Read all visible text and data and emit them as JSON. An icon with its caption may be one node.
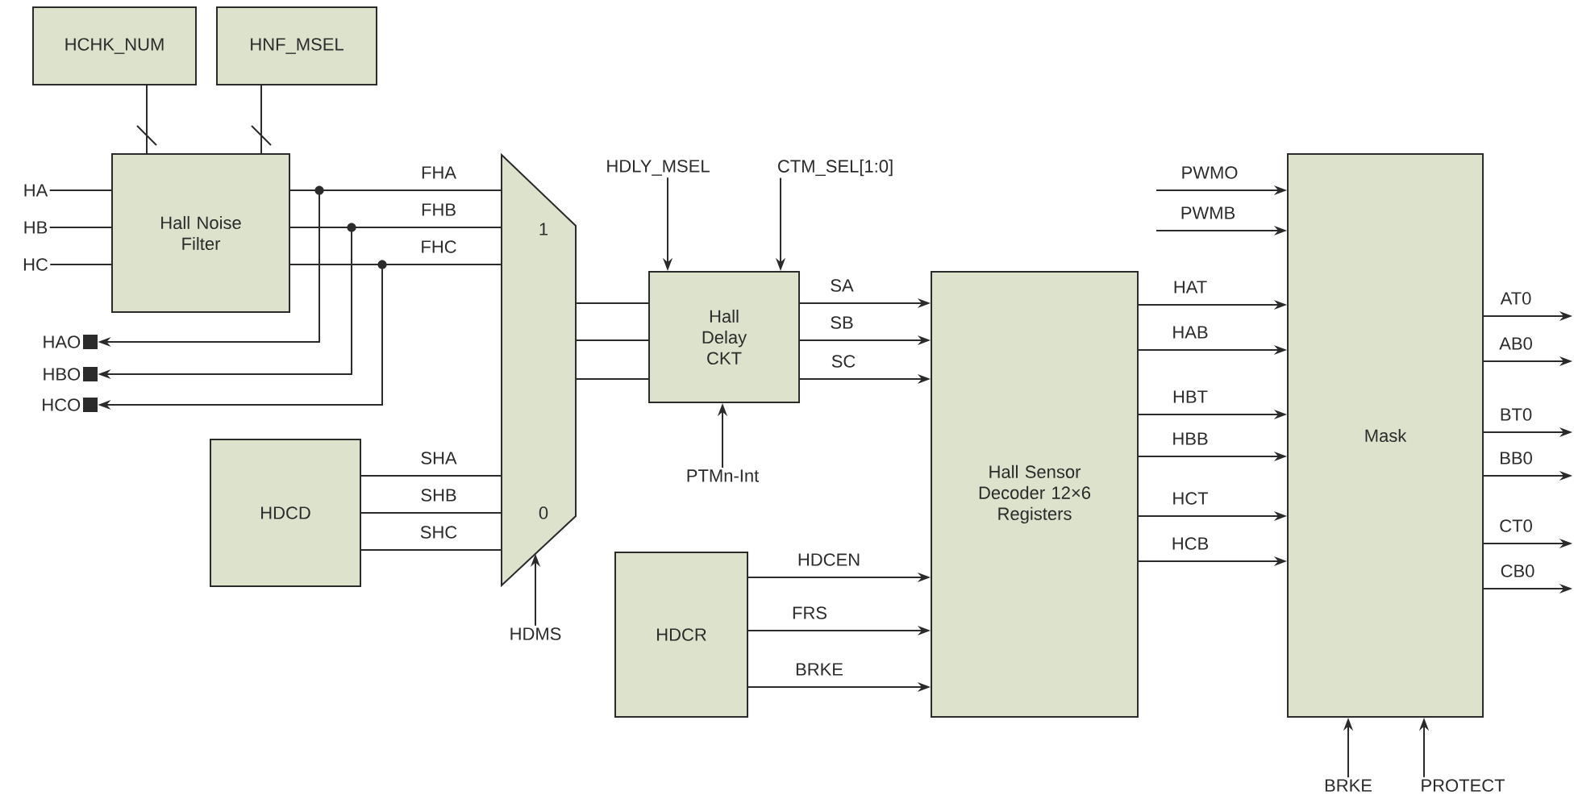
{
  "diagram": {
    "nodes": [
      {
        "text": [
          "HCHK_NUM"
        ]
      },
      {
        "text": [
          "HNF_MSEL"
        ]
      },
      {
        "text": [
          "Hall Noise Filter"
        ]
      },
      {
        "text": [
          "HA"
        ]
      },
      {
        "text": [
          "HB"
        ]
      },
      {
        "text": [
          "HC"
        ]
      },
      {
        "text": [
          "1",
          "0"
        ]
      },
      {
        "text": [
          "HAO"
        ]
      },
      {
        "text": [
          "HBO"
        ]
      },
      {
        "text": [
          "HCO"
        ]
      },
      {
        "text": [
          "HDCD"
        ]
      },
      {
        "text": [
          "HDLY_MSEL"
        ]
      },
      {
        "text": [
          "CTM_SEL[1:0]"
        ]
      },
      {
        "text": [
          "Hall Delay CKT"
        ]
      },
      {
        "text": [
          "PTMn-Int"
        ]
      },
      {
        "text": [
          "HDMS"
        ]
      },
      {
        "text": [
          "HDCR"
        ]
      },
      {
        "text": [
          "Hall Sensor Decoder 12×6 Registers"
        ]
      },
      {
        "text": [
          "Mask"
        ]
      },
      {
        "text": [
          "BRKE"
        ]
      },
      {
        "text": [
          "PROTECT"
        ]
      }
    ],
    "edges": [
      {
        "from": 0,
        "to": 2,
        "arrow": "none"
      },
      {
        "from": 1,
        "to": 2,
        "arrow": "none"
      },
      {
        "from": 3,
        "to": 2,
        "arrow": "none"
      },
      {
        "from": 4,
        "to": 2,
        "arrow": "none"
      },
      {
        "from": 5,
        "to": 2,
        "arrow": "none"
      },
      {
        "from": 2,
        "to": 6,
        "arrow": "none",
        "label": "FHA"
      },
      {
        "from": 2,
        "to": 6,
        "arrow": "none",
        "label": "FHB"
      },
      {
        "from": 2,
        "to": 6,
        "arrow": "none",
        "label": "FHC"
      },
      {
        "from": 2,
        "to": 7,
        "arrow": "to"
      },
      {
        "from": 2,
        "to": 8,
        "arrow": "to"
      },
      {
        "from": 2,
        "to": 9,
        "arrow": "to"
      },
      {
        "from": 10,
        "to": 6,
        "arrow": "none",
        "label": "SHA"
      },
      {
        "from": 10,
        "to": 6,
        "arrow": "none",
        "label": "SHB"
      },
      {
        "from": 10,
        "to": 6,
        "arrow": "none",
        "label": "SHC"
      },
      {
        "from": 6,
        "to": 13,
        "arrow": "none"
      },
      {
        "from": 6,
        "to": 13,
        "arrow": "none"
      },
      {
        "from": 6,
        "to": 13,
        "arrow": "none"
      },
      {
        "from": 11,
        "to": 13,
        "arrow": "to"
      },
      {
        "from": 12,
        "to": 13,
        "arrow": "to"
      },
      {
        "from": 14,
        "to": 13,
        "arrow": "to"
      },
      {
        "from": 15,
        "to": 6,
        "arrow": "to"
      },
      {
        "from": 13,
        "to": 17,
        "arrow": "to",
        "label": "SA"
      },
      {
        "from": 13,
        "to": 17,
        "arrow": "to",
        "label": "SB"
      },
      {
        "from": 13,
        "to": 17,
        "arrow": "to",
        "label": "SC"
      },
      {
        "from": 16,
        "to": 17,
        "arrow": "to",
        "label": "HDCEN"
      },
      {
        "from": 16,
        "to": 17,
        "arrow": "to",
        "label": "FRS"
      },
      {
        "from": 16,
        "to": 17,
        "arrow": "to",
        "label": "BRKE"
      },
      {
        "from": 17,
        "to": 18,
        "arrow": "to",
        "label": "HAT"
      },
      {
        "from": 17,
        "to": 18,
        "arrow": "to",
        "label": "HAB"
      },
      {
        "from": 17,
        "to": 18,
        "arrow": "to",
        "label": "HBT"
      },
      {
        "from": 17,
        "to": 18,
        "arrow": "to",
        "label": "HBB"
      },
      {
        "from": 17,
        "to": 18,
        "arrow": "to",
        "label": "HCT"
      },
      {
        "from": 17,
        "to": 18,
        "arrow": "to",
        "label": "HCB"
      },
      {
        "from": null,
        "to": 18,
        "arrow": "to",
        "label": "PWMO"
      },
      {
        "from": null,
        "to": 18,
        "arrow": "to",
        "label": "PWMB"
      },
      {
        "from": 18,
        "to": null,
        "arrow": "to",
        "label": "AT0"
      },
      {
        "from": 18,
        "to": null,
        "arrow": "to",
        "label": "AB0"
      },
      {
        "from": 18,
        "to": null,
        "arrow": "to",
        "label": "BT0"
      },
      {
        "from": 18,
        "to": null,
        "arrow": "to",
        "label": "BB0"
      },
      {
        "from": 18,
        "to": null,
        "arrow": "to",
        "label": "CT0"
      },
      {
        "from": 18,
        "to": null,
        "arrow": "to",
        "label": "CB0"
      },
      {
        "from": 19,
        "to": 18,
        "arrow": "to"
      },
      {
        "from": 20,
        "to": 18,
        "arrow": "to"
      }
    ]
  }
}
